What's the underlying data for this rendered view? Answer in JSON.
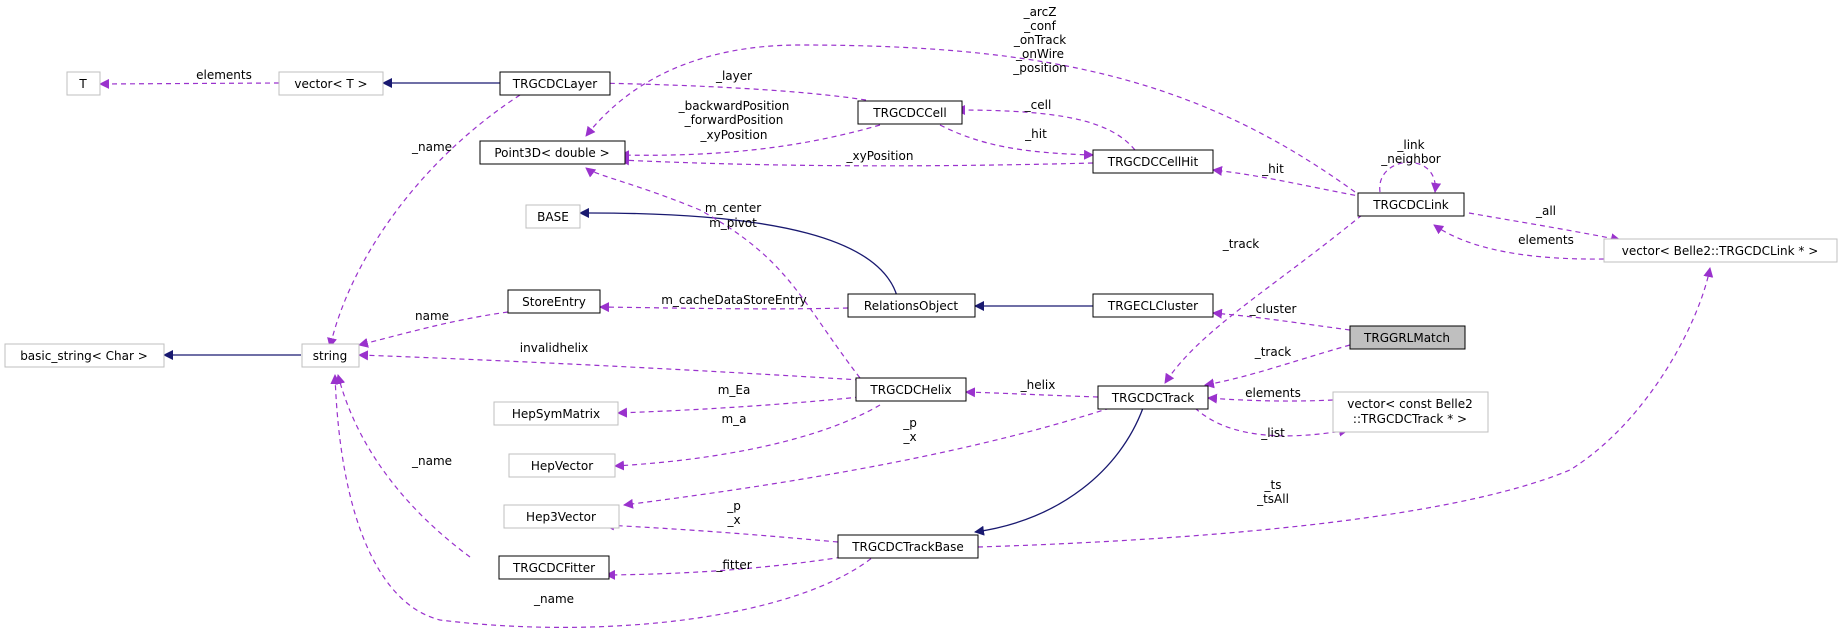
{
  "diagram": {
    "nodes": {
      "T": "T",
      "vector_t": "vector< T >",
      "trgcdc_layer": "TRGCDCLayer",
      "point3d": "Point3D< double >",
      "trgcdc_cell": "TRGCDCCell",
      "trgcdc_cellhit": "TRGCDCCellHit",
      "trgcdc_link": "TRGCDCLink",
      "vector_link": "vector< Belle2::TRGCDCLink * >",
      "base": "BASE",
      "relations_object": "RelationsObject",
      "store_entry": "StoreEntry",
      "trgecl_cluster": "TRGECLCluster",
      "trggrl_match": "TRGGRLMatch",
      "basic_string": "basic_string< Char >",
      "string": "string",
      "trgcdc_helix": "TRGCDCHelix",
      "trgcdc_track": "TRGCDCTrack",
      "vector_track_line1": "vector< const Belle2",
      "vector_track_line2": "::TRGCDCTrack * >",
      "hep_sym_matrix": "HepSymMatrix",
      "hep_vector": "HepVector",
      "hep3_vector": "Hep3Vector",
      "trgcdc_fitter": "TRGCDCFitter",
      "trgcdc_track_base": "TRGCDCTrackBase"
    },
    "edge_labels": {
      "elements_t": "elements",
      "layer": "_layer",
      "name_layer": "_name",
      "arcz_lines": [
        "_arcZ",
        "_conf",
        "_onTrack",
        "_onWire",
        "_position"
      ],
      "cell_pos_lines": [
        "_backwardPosition",
        "_forwardPosition",
        "_xyPosition"
      ],
      "cell": "_cell",
      "hit_cell": "_hit",
      "xy_position": "_xyPosition",
      "hit_link": "_hit",
      "link_neighbor_lines": [
        "_link",
        "_neighbor"
      ],
      "all": "_all",
      "elements_link": "elements",
      "track_link": "_track",
      "m_center_lines": [
        "m_center",
        "m_pivot"
      ],
      "m_cache": "m_cacheDataStoreEntry",
      "name_store": "name",
      "cluster": "_cluster",
      "track_grl": "_track",
      "invalidhelix": "invalidhelix",
      "helix": "_helix",
      "elements_track": "elements",
      "list": "_list",
      "m_ea": "m_Ea",
      "m_a": "m_a",
      "px_helix_lines": [
        "_p",
        "_x"
      ],
      "name_fitter": "_name",
      "ts_lines": [
        "_ts",
        "_tsAll"
      ],
      "px_base_lines": [
        "_p",
        "_x"
      ],
      "fitter": "_fitter",
      "name_base": "_name"
    }
  }
}
